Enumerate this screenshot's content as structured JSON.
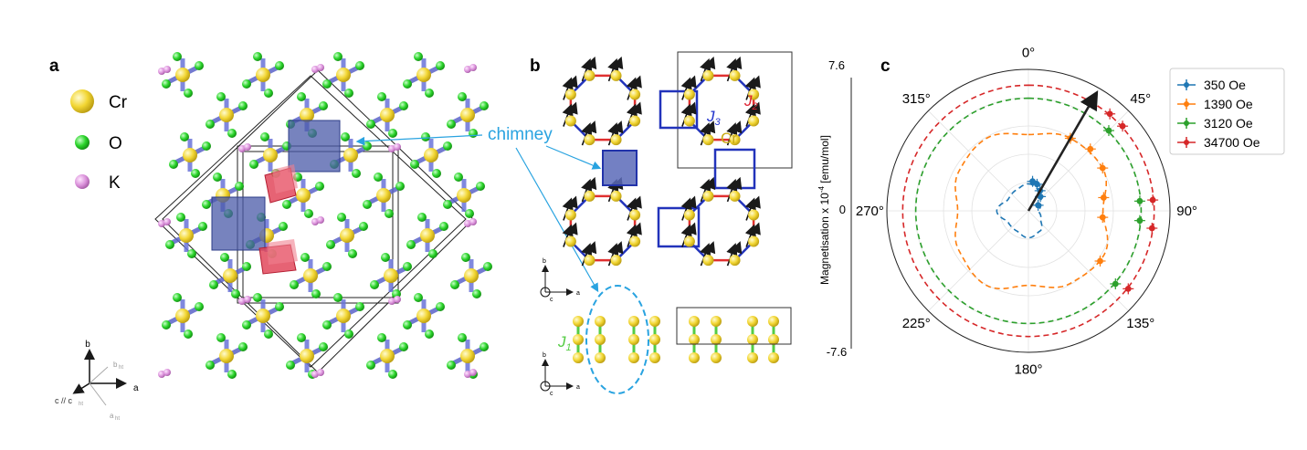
{
  "panels": {
    "a": {
      "letter": "a",
      "legend": [
        {
          "label": "Cr",
          "color": "#f2d633"
        },
        {
          "label": "O",
          "color": "#2bd42b"
        },
        {
          "label": "K",
          "color": "#d98fd9"
        }
      ],
      "axes": {
        "b": "b",
        "a": "a",
        "c": "c // c",
        "a_ht": "a",
        "a_ht_sub": "ht",
        "b_ht": "b",
        "b_ht_sub": "ht",
        "c_ht_sub": "ht"
      }
    },
    "b": {
      "letter": "b",
      "labels": {
        "J3": "J",
        "J3_sub": "3",
        "J2": "J",
        "J2_sub": "2",
        "J1": "J",
        "J1_sub": "1",
        "Cr": "Cr"
      },
      "axes": {
        "b": "b",
        "a": "a",
        "c": "c"
      }
    },
    "chimney": "chimney",
    "c": {
      "letter": "c",
      "y_axis_label": "Magnetisation x 10",
      "y_axis_exp": "-4",
      "y_axis_unit": " [emu/mol]",
      "y_ticks": [
        "7.6",
        "0",
        "-7.6"
      ]
    }
  },
  "chart_data": {
    "type": "polar",
    "title": "",
    "r_range": [
      0,
      7.6
    ],
    "angle_labels": [
      "0°",
      "45°",
      "90°",
      "135°",
      "180°",
      "225°",
      "270°",
      "315°"
    ],
    "angle_zero": "top",
    "angle_direction": "clockwise",
    "legend_position": "top-right",
    "arrow_angle_deg": 30,
    "series": [
      {
        "name": "350 Oe",
        "color": "#1f77b4",
        "points": [
          [
            8,
            1.6
          ],
          [
            18,
            1.5
          ],
          [
            30,
            1.25
          ],
          [
            40,
            1.0
          ],
          [
            60,
            0.6
          ]
        ],
        "curve": [
          [
            0,
            1.45
          ],
          [
            30,
            1.25
          ],
          [
            60,
            0.75
          ],
          [
            90,
            0.55
          ],
          [
            120,
            0.75
          ],
          [
            150,
            1.25
          ],
          [
            180,
            1.45
          ],
          [
            210,
            1.25
          ],
          [
            240,
            1.25
          ],
          [
            270,
            1.7
          ],
          [
            300,
            1.25
          ],
          [
            330,
            1.3
          ]
        ]
      },
      {
        "name": "1390 Oe",
        "color": "#ff7f0e",
        "points": [
          [
            30,
            4.5
          ],
          [
            45,
            4.7
          ],
          [
            60,
            4.6
          ],
          [
            80,
            4.1
          ],
          [
            95,
            4.0
          ],
          [
            125,
            4.7
          ]
        ],
        "curve": [
          [
            0,
            4.1
          ],
          [
            30,
            4.5
          ],
          [
            60,
            4.6
          ],
          [
            90,
            4.0
          ],
          [
            120,
            4.7
          ],
          [
            150,
            4.5
          ],
          [
            180,
            4.0
          ],
          [
            210,
            4.6
          ],
          [
            240,
            4.3
          ],
          [
            270,
            3.8
          ],
          [
            300,
            4.3
          ],
          [
            330,
            4.5
          ]
        ]
      },
      {
        "name": "3120 Oe",
        "color": "#2ca02c",
        "points": [
          [
            45,
            6.1
          ],
          [
            85,
            6.0
          ],
          [
            95,
            6.0
          ],
          [
            130,
            6.1
          ]
        ],
        "curve": [
          [
            0,
            6.05
          ],
          [
            90,
            6.05
          ],
          [
            180,
            6.05
          ],
          [
            270,
            6.05
          ]
        ]
      },
      {
        "name": "34700 Oe",
        "color": "#d62728",
        "points": [
          [
            40,
            6.8
          ],
          [
            48,
            6.8
          ],
          [
            85,
            6.7
          ],
          [
            98,
            6.7
          ],
          [
            128,
            6.8
          ]
        ],
        "curve": [
          [
            0,
            6.75
          ],
          [
            90,
            6.75
          ],
          [
            180,
            6.75
          ],
          [
            270,
            6.75
          ]
        ]
      }
    ]
  }
}
